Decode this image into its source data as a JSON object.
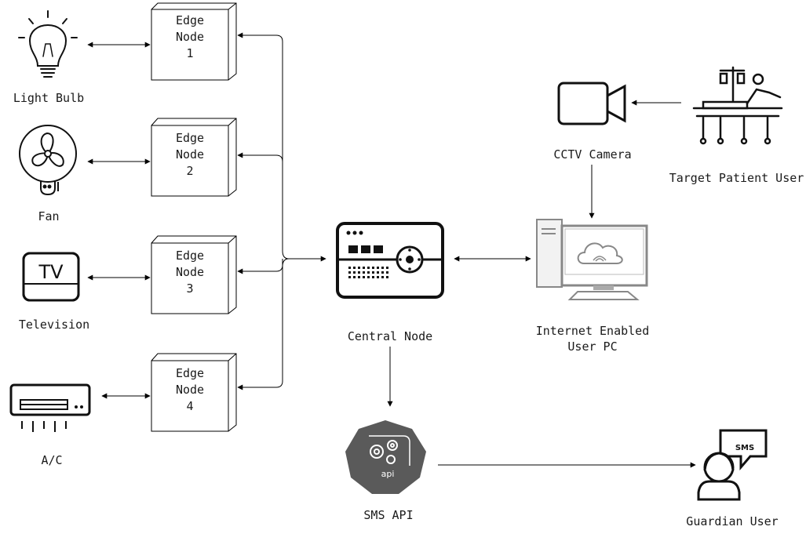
{
  "devices": [
    {
      "label": "Light Bulb",
      "icon": "light-bulb-icon"
    },
    {
      "label": "Fan",
      "icon": "fan-icon"
    },
    {
      "label": "Television",
      "icon": "tv-icon"
    },
    {
      "label": "A/C",
      "icon": "air-conditioner-icon"
    }
  ],
  "edge_nodes": [
    {
      "line1": "Edge",
      "line2": "Node",
      "num": "1"
    },
    {
      "line1": "Edge",
      "line2": "Node",
      "num": "2"
    },
    {
      "line1": "Edge",
      "line2": "Node",
      "num": "3"
    },
    {
      "line1": "Edge",
      "line2": "Node",
      "num": "4"
    }
  ],
  "central": {
    "label": "Central Node",
    "icon": "control-panel-icon"
  },
  "pc": {
    "line1": "Internet Enabled",
    "line2": "User PC",
    "icon": "cloud-computer-icon"
  },
  "camera": {
    "label": "CCTV Camera",
    "icon": "video-camera-icon"
  },
  "patient": {
    "label": "Target Patient User",
    "icon": "hospital-bed-icon"
  },
  "sms_api": {
    "label": "SMS API",
    "badge": "api",
    "icon": "api-gear-icon"
  },
  "guardian": {
    "label": "Guardian User",
    "bubble": "SMS",
    "icon": "user-sms-icon"
  },
  "colors": {
    "line": "#000000",
    "api_fill": "#5a5a5a",
    "monitor": "#888888"
  }
}
